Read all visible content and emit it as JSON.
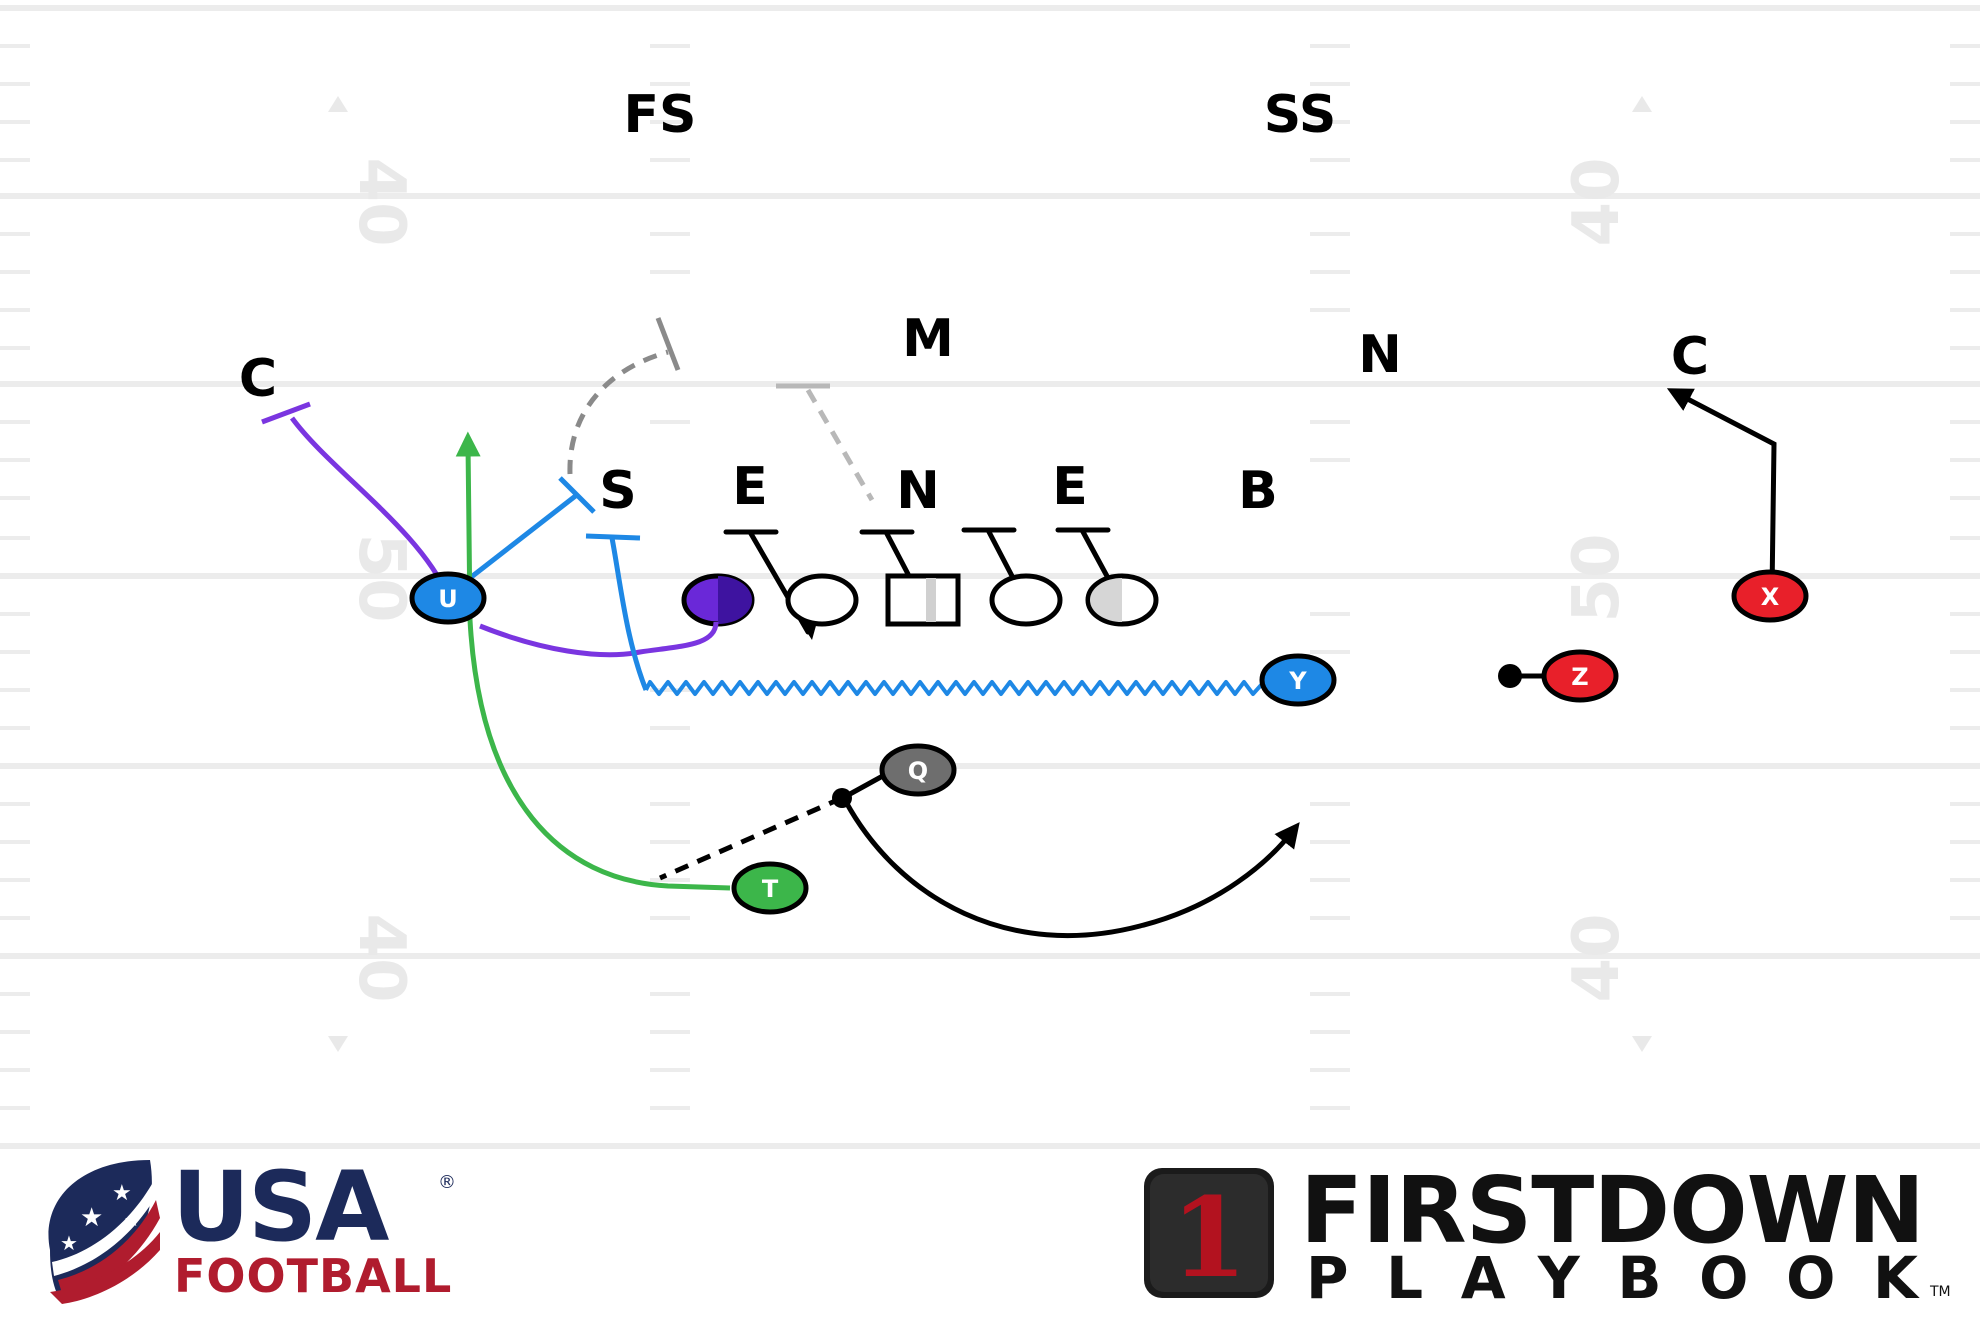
{
  "field": {
    "yard_numbers": {
      "left_top": "40",
      "left_mid": "50",
      "left_bottom": "40",
      "right_top": "40",
      "right_mid": "50",
      "right_bottom": "40"
    }
  },
  "defense": {
    "free_safety": "FS",
    "strong_safety": "SS",
    "mike": "M",
    "nickel_deep": "N",
    "corner_left": "C",
    "corner_right": "C",
    "sam": "S",
    "end_left": "E",
    "nose": "N",
    "end_right": "E",
    "buck": "B"
  },
  "offense": {
    "u": {
      "label": "U",
      "color": "#1e88e5"
    },
    "t": {
      "label": "T",
      "color": "#3cb64a"
    },
    "q": {
      "label": "Q",
      "color": "#6e6e6e"
    },
    "y": {
      "label": "Y",
      "color": "#1e88e5"
    },
    "z": {
      "label": "Z",
      "color": "#e8202a"
    },
    "x": {
      "label": "X",
      "color": "#e8202a"
    }
  },
  "route_colors": {
    "u_block": "#1e88e5",
    "u_purple": "#7a35e0",
    "t_route": "#3cb64a",
    "y_motion": "#1e88e5"
  },
  "logos": {
    "usa_main": "USA",
    "usa_registered": "®",
    "usa_sub": "FOOTBALL",
    "firstdown_main": "FIRSTDOWN",
    "firstdown_sub": "PLAYBOOK",
    "firstdown_tm": "TM",
    "firstdown_badge": "1"
  }
}
